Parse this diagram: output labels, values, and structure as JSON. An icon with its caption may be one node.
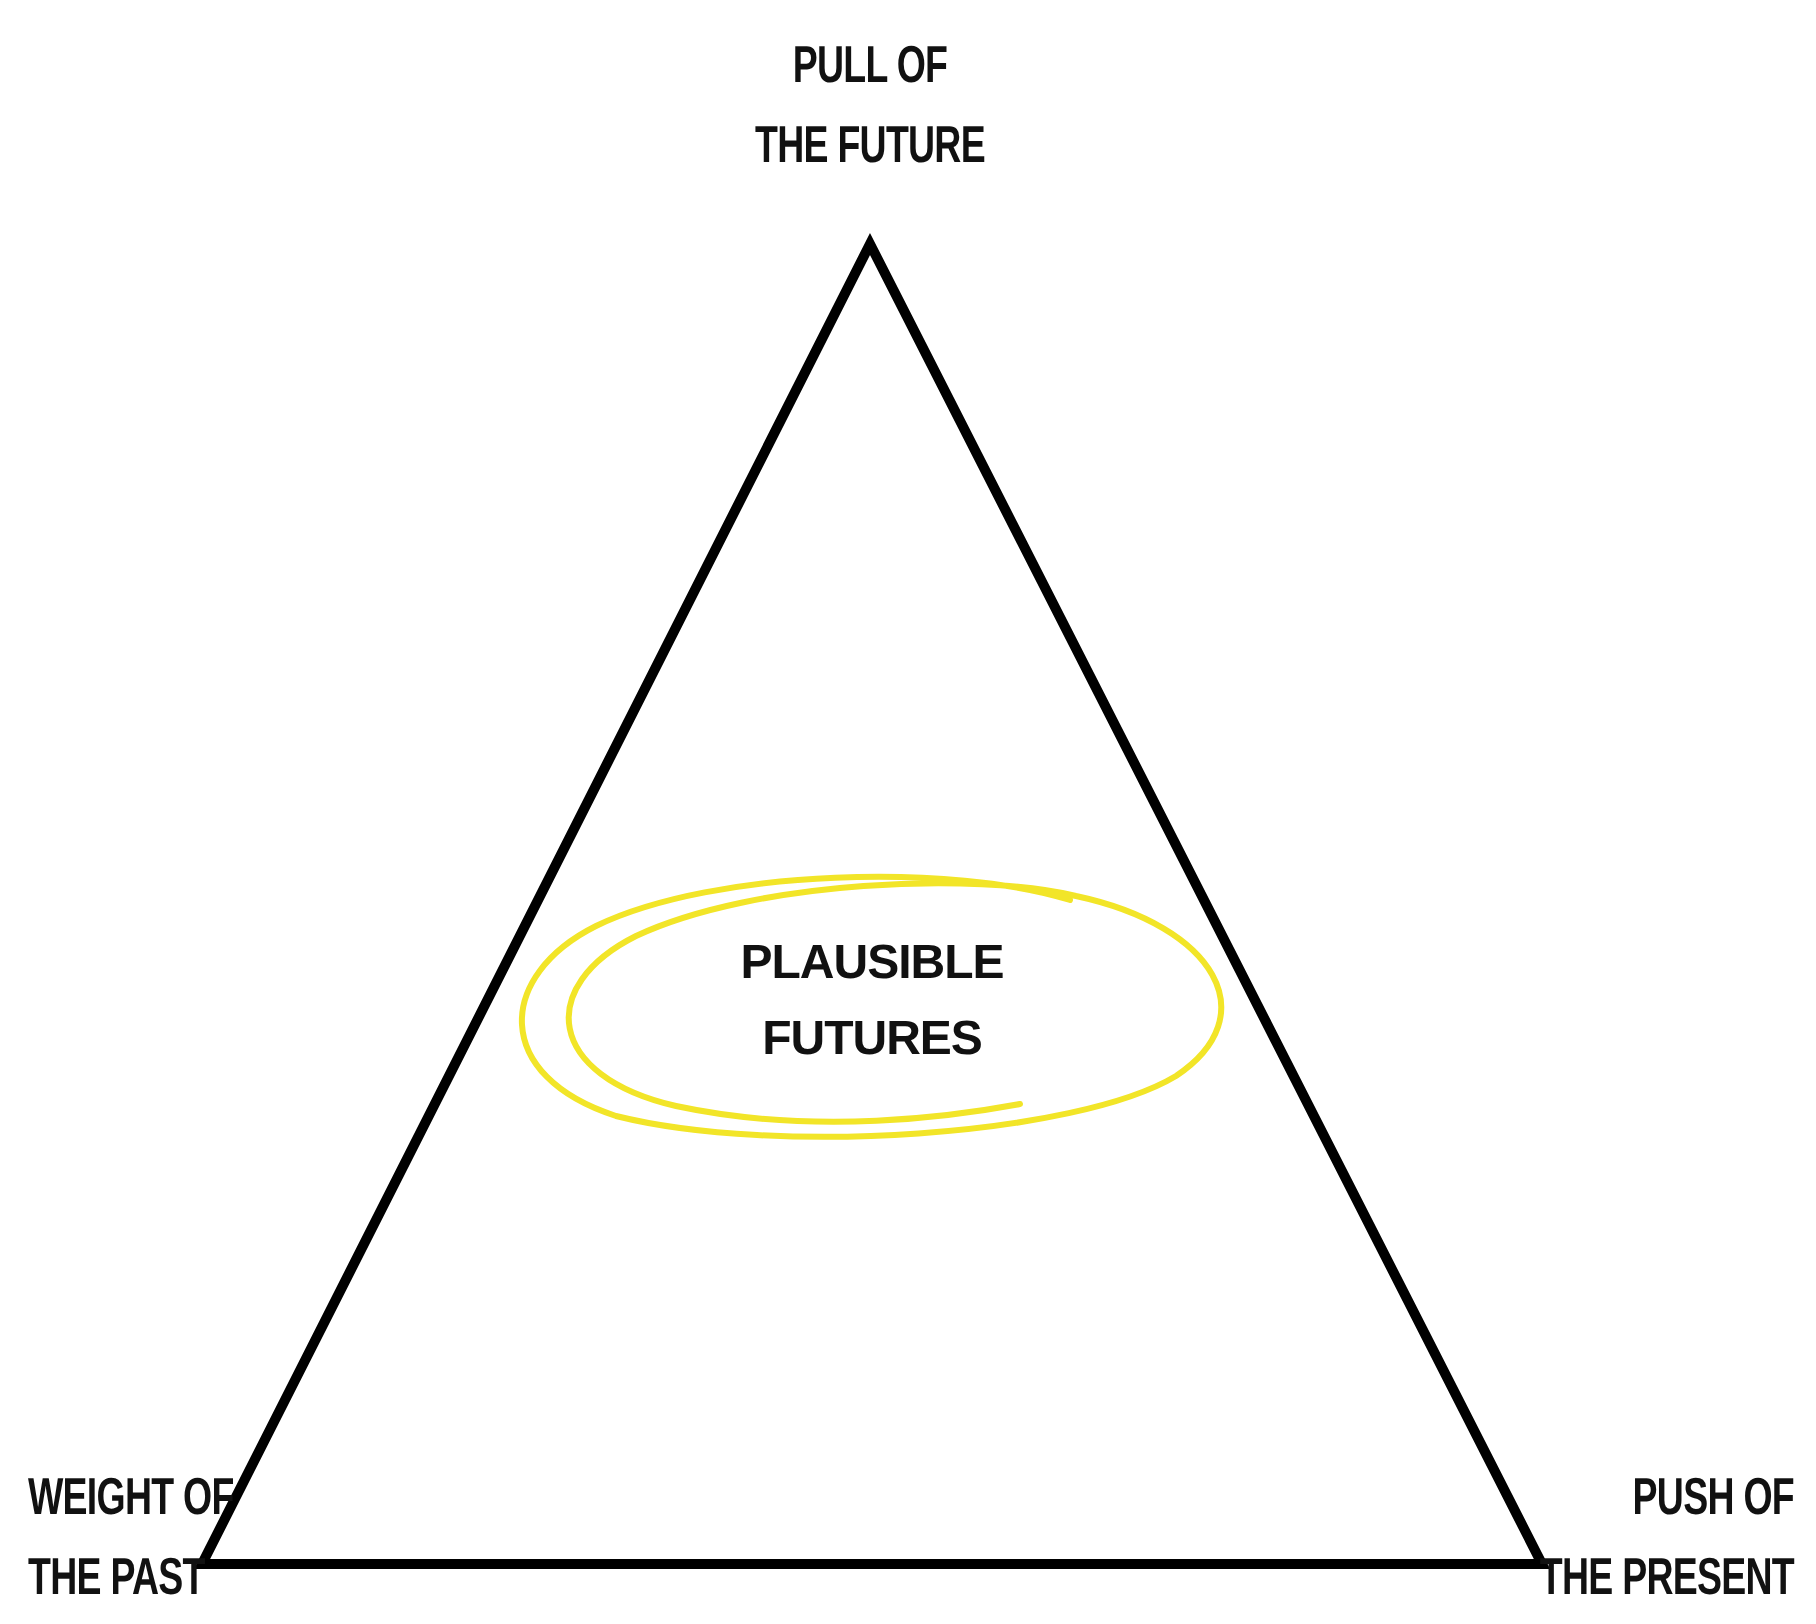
{
  "diagram": {
    "nodes": [
      {
        "text": [
          "PLAUSIBLE FUTURES"
        ]
      }
    ],
    "labels": [
      "PULL OF THE FUTURE",
      "WEIGHT OF THE PAST",
      "PUSH OF THE PRESENT"
    ]
  }
}
